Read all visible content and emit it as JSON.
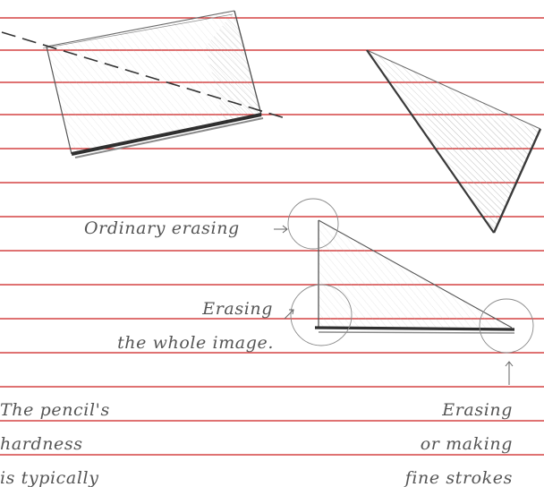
{
  "annotations": {
    "ordinary_erasing": "Ordinary erasing",
    "erasing_label": "Erasing",
    "whole_image": "the whole image.",
    "pencil_hardness_line1": "The pencil's",
    "pencil_hardness_line2": "hardness",
    "pencil_hardness_line3": "is typically",
    "fine_line1": "Erasing",
    "fine_line2": "or making",
    "fine_line3": "fine strokes"
  },
  "colors": {
    "rule_line": "#cc1f1f",
    "ink": "#555555",
    "pencil_stroke": "#3a3a3a"
  }
}
